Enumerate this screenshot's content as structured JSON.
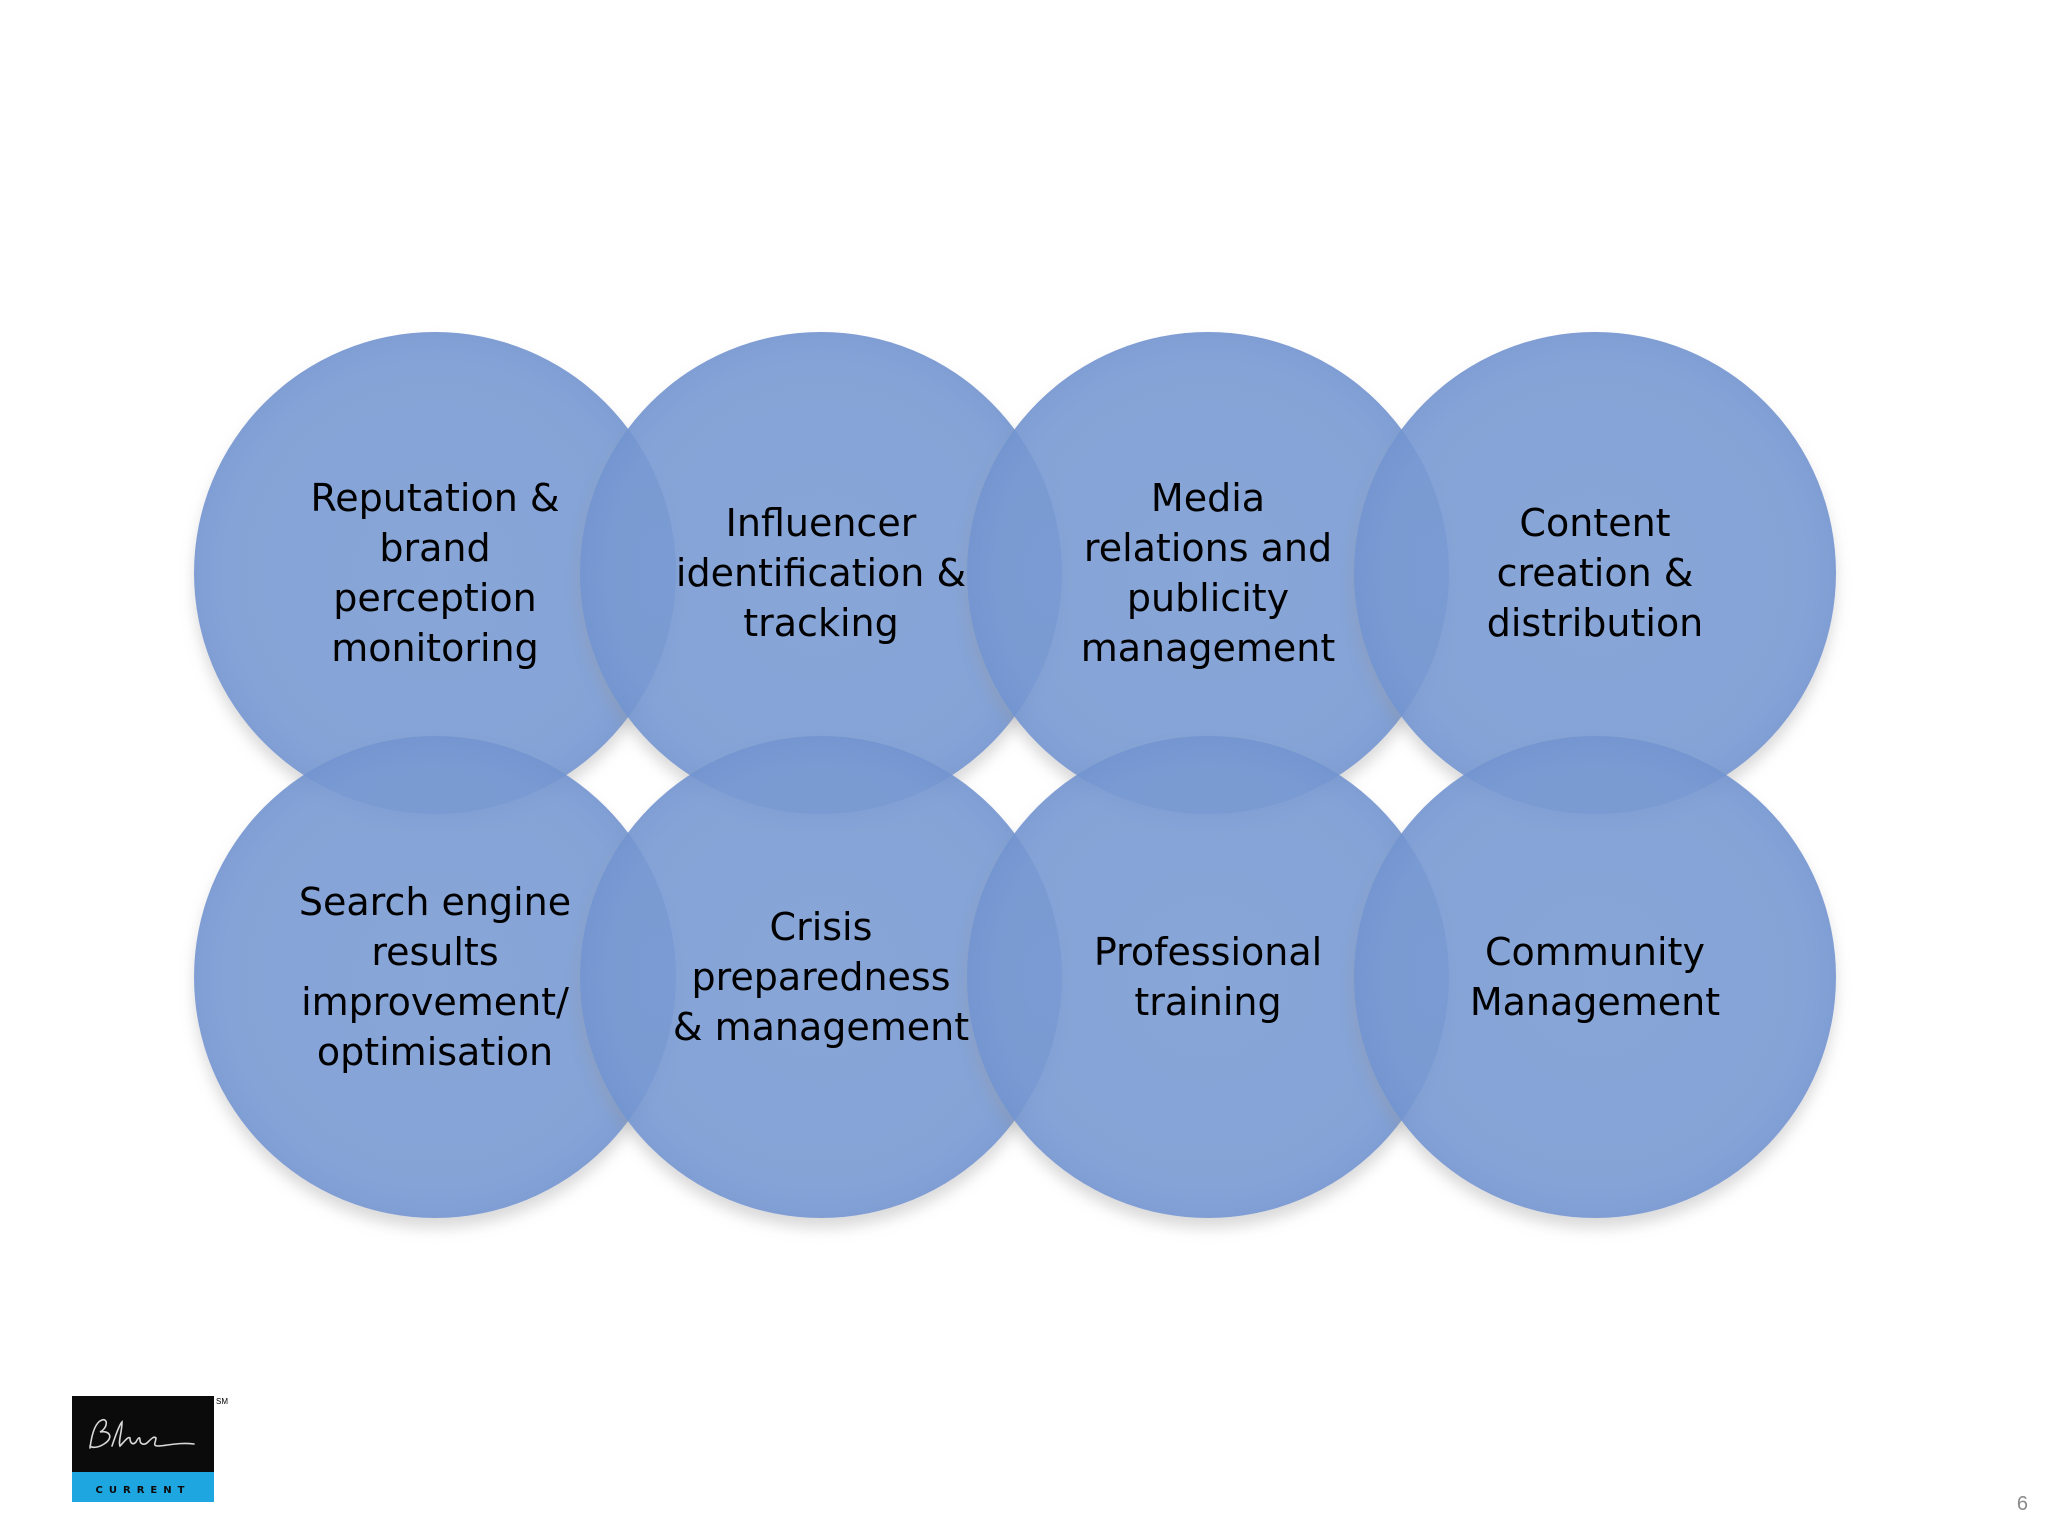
{
  "diagram": {
    "circles": [
      {
        "label": "Reputation &\nbrand\nperception\nmonitoring"
      },
      {
        "label": "Influencer\nidentification &\ntracking"
      },
      {
        "label": "Media\nrelations and\npublicity\nmanagement"
      },
      {
        "label": "Content\ncreation &\ndistribution"
      },
      {
        "label": "Search engine\nresults\nimprovement/\noptimisation"
      },
      {
        "label": "Crisis\npreparedness\n& management"
      },
      {
        "label": "Professional\ntraining"
      },
      {
        "label": "Community\nManagement"
      }
    ],
    "circle_color": "#7b9bd4"
  },
  "logo": {
    "script_text": "Blue",
    "sub_text": "CURRENT",
    "mark": "SM",
    "colors": {
      "dark": "#0b0b0b",
      "band": "#1ea6e0"
    }
  },
  "page_number": "6"
}
